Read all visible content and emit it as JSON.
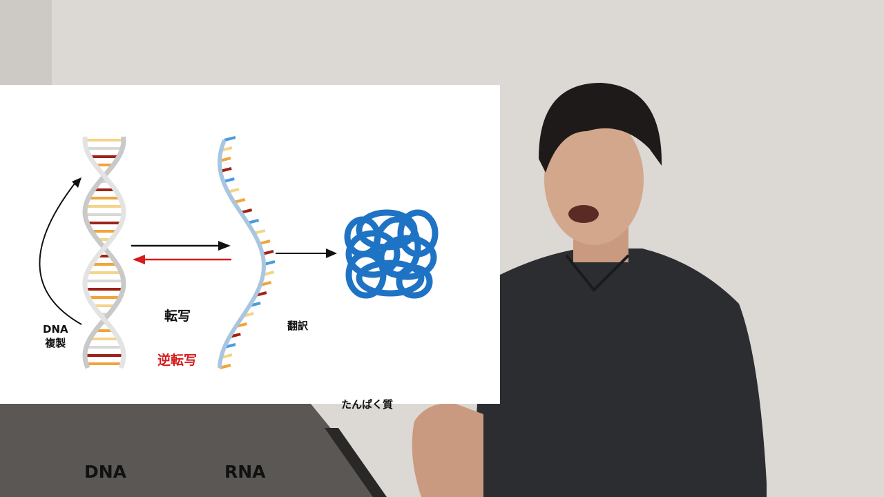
{
  "diagram": {
    "dna_label": "DNA",
    "rna_label": "RNA",
    "transcription": "転写",
    "reverse_transcription": "逆転写",
    "translation": "翻訳",
    "protein_label": "たんぱく質",
    "replication_line1": "DNA",
    "replication_line2": "複製",
    "colors": {
      "reverse_arrow": "#d51c1c",
      "protein": "#1f73c4",
      "base_red": "#9e2216",
      "base_orange": "#f0a43a",
      "base_yellow": "#f3d48a",
      "rna_base_blue": "#4a9be0"
    }
  }
}
